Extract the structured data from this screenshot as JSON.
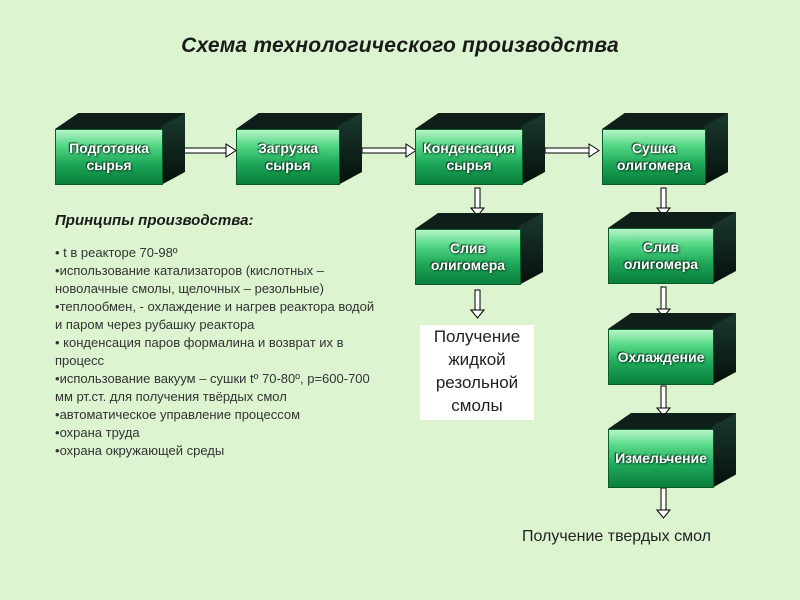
{
  "title": "Схема технологического производства",
  "blocks": {
    "podgotovka": "Подготовка\nсырья",
    "zagruzka": "Загрузка\nсырья",
    "kondensaciya": "Конденсация\nсырья",
    "sushka": "Сушка\nолигомера",
    "sliv_1": "Слив\nолигомера",
    "sliv_2": "Слив\nолигомера",
    "ohlazhdenie": "Охлаждение",
    "izmelchenie": "Измельчение"
  },
  "principles": {
    "title": "Принципы производства:",
    "items": [
      " t в реакторе 70-98º",
      "использование катализаторов (кислотных – новолачные смолы, щелочных – резольные)",
      "теплообмен, - охлаждение и нагрев реактора водой и паром через рубашку реактора",
      " конденсация паров формалина и возврат их в процесс",
      "использование вакуум – сушки tº 70-80º, р=600-700 мм рт.ст. для получения твёрдых смол",
      "автоматическое управление процессом",
      "охрана труда",
      "охрана окружающей среды"
    ]
  },
  "results": {
    "liquid": "Получение\nжидкой\nрезольной\nсмолы",
    "solid": "Получение твердых смол"
  },
  "colors": {
    "background": "#dcf5d0",
    "block_face": "#1ea85a",
    "block_top": "#0d1f18"
  }
}
